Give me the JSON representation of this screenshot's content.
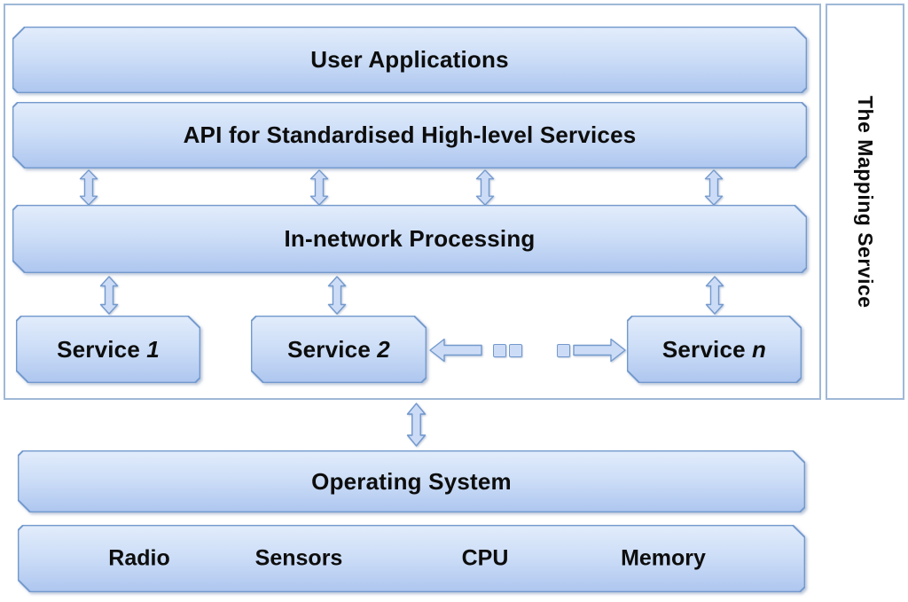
{
  "colors": {
    "box_border": "#7399cd",
    "box_fill_top": "#e2ecfb",
    "box_fill_mid": "#cddef7",
    "box_fill_bottom": "#aec6ef",
    "container_border": "#9fb8d6",
    "arrow_fill": "#cddcf6",
    "arrow_border": "#7399cd",
    "text_color": "#0d0d0d"
  },
  "mapping_service": {
    "label": "The Mapping Service"
  },
  "layers": {
    "user_applications": {
      "label": "User Applications"
    },
    "api": {
      "label": "API for Standardised High-level Services"
    },
    "in_network": {
      "label": "In-network Processing"
    }
  },
  "services": [
    {
      "name": "Service",
      "index": "1"
    },
    {
      "name": "Service",
      "index": "2"
    },
    {
      "name": "Service",
      "index": "n"
    }
  ],
  "operating_system": {
    "label": "Operating System"
  },
  "hardware": {
    "items": [
      {
        "label": "Radio"
      },
      {
        "label": "Sensors"
      },
      {
        "label": "CPU"
      },
      {
        "label": "Memory"
      }
    ]
  }
}
